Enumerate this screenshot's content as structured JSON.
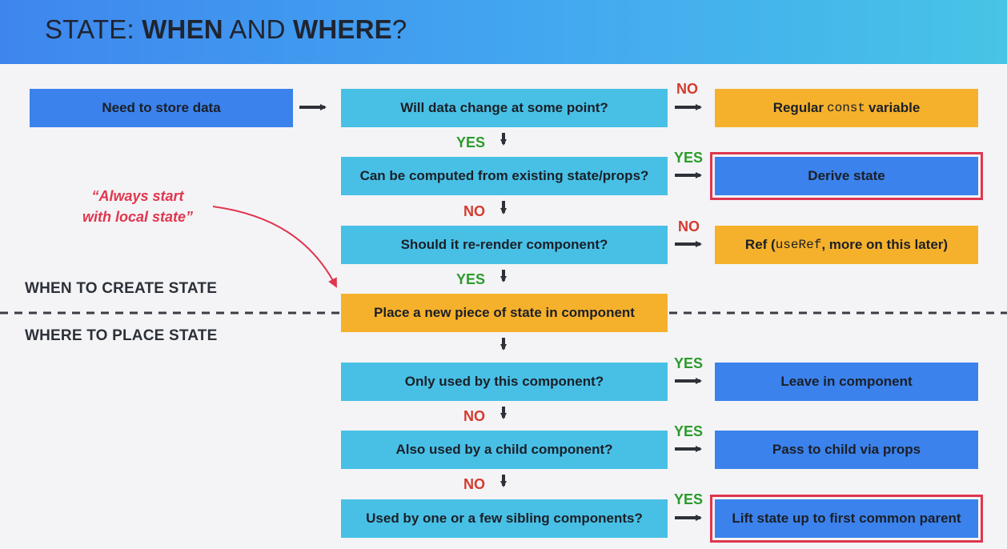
{
  "title": {
    "normal1": "STATE: ",
    "bold1": "WHEN",
    "normal2": " AND ",
    "bold2": "WHERE",
    "normal3": "?"
  },
  "nodes": {
    "need_store": "Need to store data",
    "data_change": "Will data change at some point?",
    "computed": "Can be computed from existing state/props?",
    "rerender": "Should it re-render component?",
    "place_new": "Place a new piece of state in component",
    "only_used": "Only used by this component?",
    "child_used": "Also used by a child component?",
    "sibling_used": "Used by one or a few sibling components?"
  },
  "outcomes": {
    "const_pre": "Regular",
    "const_code": "const",
    "const_post": "variable",
    "derive": "Derive state",
    "ref_pre": "Ref (",
    "ref_code": "useRef",
    "ref_post": ", more on this later)",
    "leave": "Leave in component",
    "pass": "Pass to child via props",
    "lift": "Lift state up to first common parent"
  },
  "labels": {
    "yes": "YES",
    "no": "NO"
  },
  "sections": {
    "create": "WHEN TO CREATE STATE",
    "place": "WHERE TO PLACE STATE"
  },
  "quote": {
    "line1": "“Always start",
    "line2": "with local state”"
  },
  "colors": {
    "blue": "#3b82ec",
    "cyan": "#48c0e6",
    "orange": "#f6b12c",
    "highlight": "#e0364f",
    "yes": "#2b9b2b",
    "no": "#d43a2e"
  }
}
